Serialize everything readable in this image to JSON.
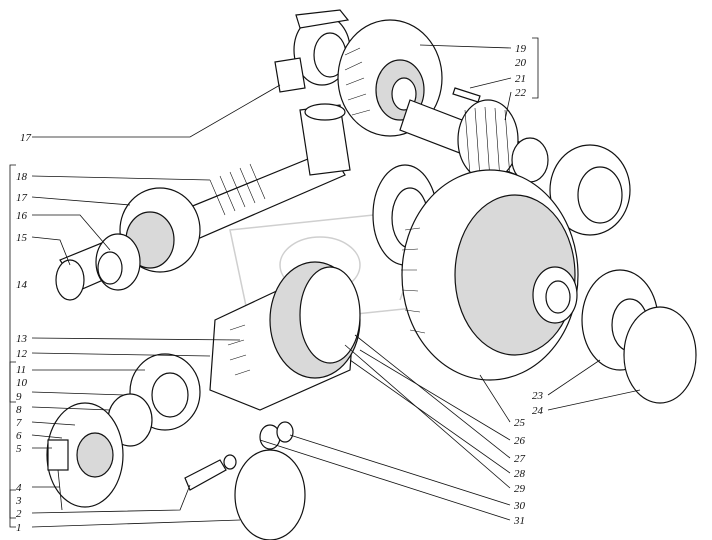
{
  "labels": {
    "l1": "1",
    "l2": "2",
    "l3": "3",
    "l4": "4",
    "l5": "5",
    "l6": "6",
    "l7a": "7",
    "l8": "8",
    "l9": "9",
    "l10": "10",
    "l11": "11",
    "l12": "12",
    "l13": "13",
    "l14": "14",
    "l15": "15",
    "l16": "16",
    "l17a": "17",
    "l17b": "17",
    "l18": "18",
    "l19": "19",
    "l20": "20",
    "l21": "21",
    "l22": "22",
    "l23": "23",
    "l24": "24",
    "l25": "25",
    "l26": "26",
    "l27": "27",
    "l28": "28",
    "l29": "29",
    "l30": "30",
    "l31": "31"
  },
  "colors": {
    "line": "#111111",
    "shade": "#d9d9d9",
    "watermark": "#cfcfcf"
  }
}
